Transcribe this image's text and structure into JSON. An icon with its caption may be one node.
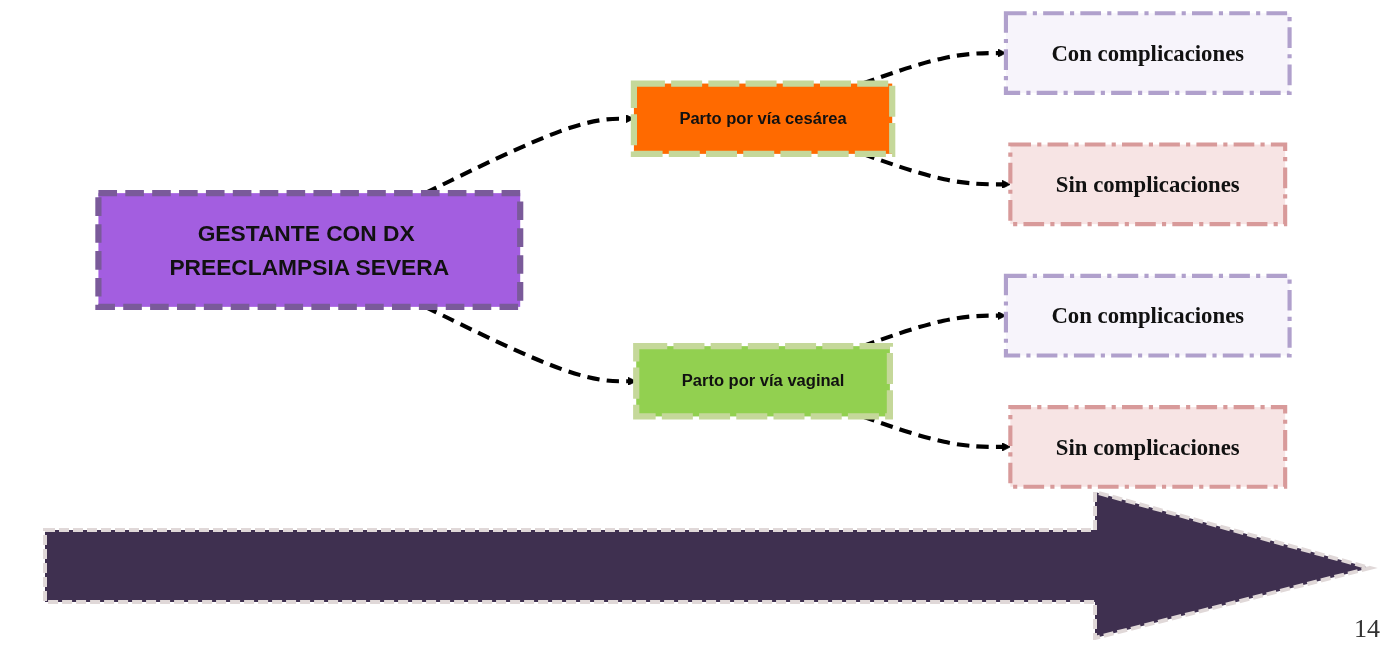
{
  "diagram": {
    "nodes": [
      {
        "text": [
          "GESTANTE CON DX PREECLAMPSIA SEVERA"
        ]
      },
      {
        "text": [
          "Parto por vía cesárea"
        ]
      },
      {
        "text": [
          "Parto por vía vaginal"
        ]
      },
      {
        "text": [
          "Con complicaciones"
        ]
      },
      {
        "text": [
          "Sin complicaciones"
        ]
      },
      {
        "text": [
          "Con complicaciones"
        ]
      },
      {
        "text": [
          "Sin complicaciones"
        ]
      }
    ],
    "edges": [
      {
        "from": 0,
        "to": 1,
        "arrow": "to",
        "style": "dashed"
      },
      {
        "from": 0,
        "to": 2,
        "arrow": "to",
        "style": "dashed"
      },
      {
        "from": 1,
        "to": 3,
        "arrow": "to",
        "style": "dashed"
      },
      {
        "from": 1,
        "to": 4,
        "arrow": "to",
        "style": "dashed"
      },
      {
        "from": 2,
        "to": 5,
        "arrow": "to",
        "style": "dashed"
      },
      {
        "from": 2,
        "to": 6,
        "arrow": "to",
        "style": "dashed"
      }
    ],
    "labels": [
      "14"
    ]
  }
}
